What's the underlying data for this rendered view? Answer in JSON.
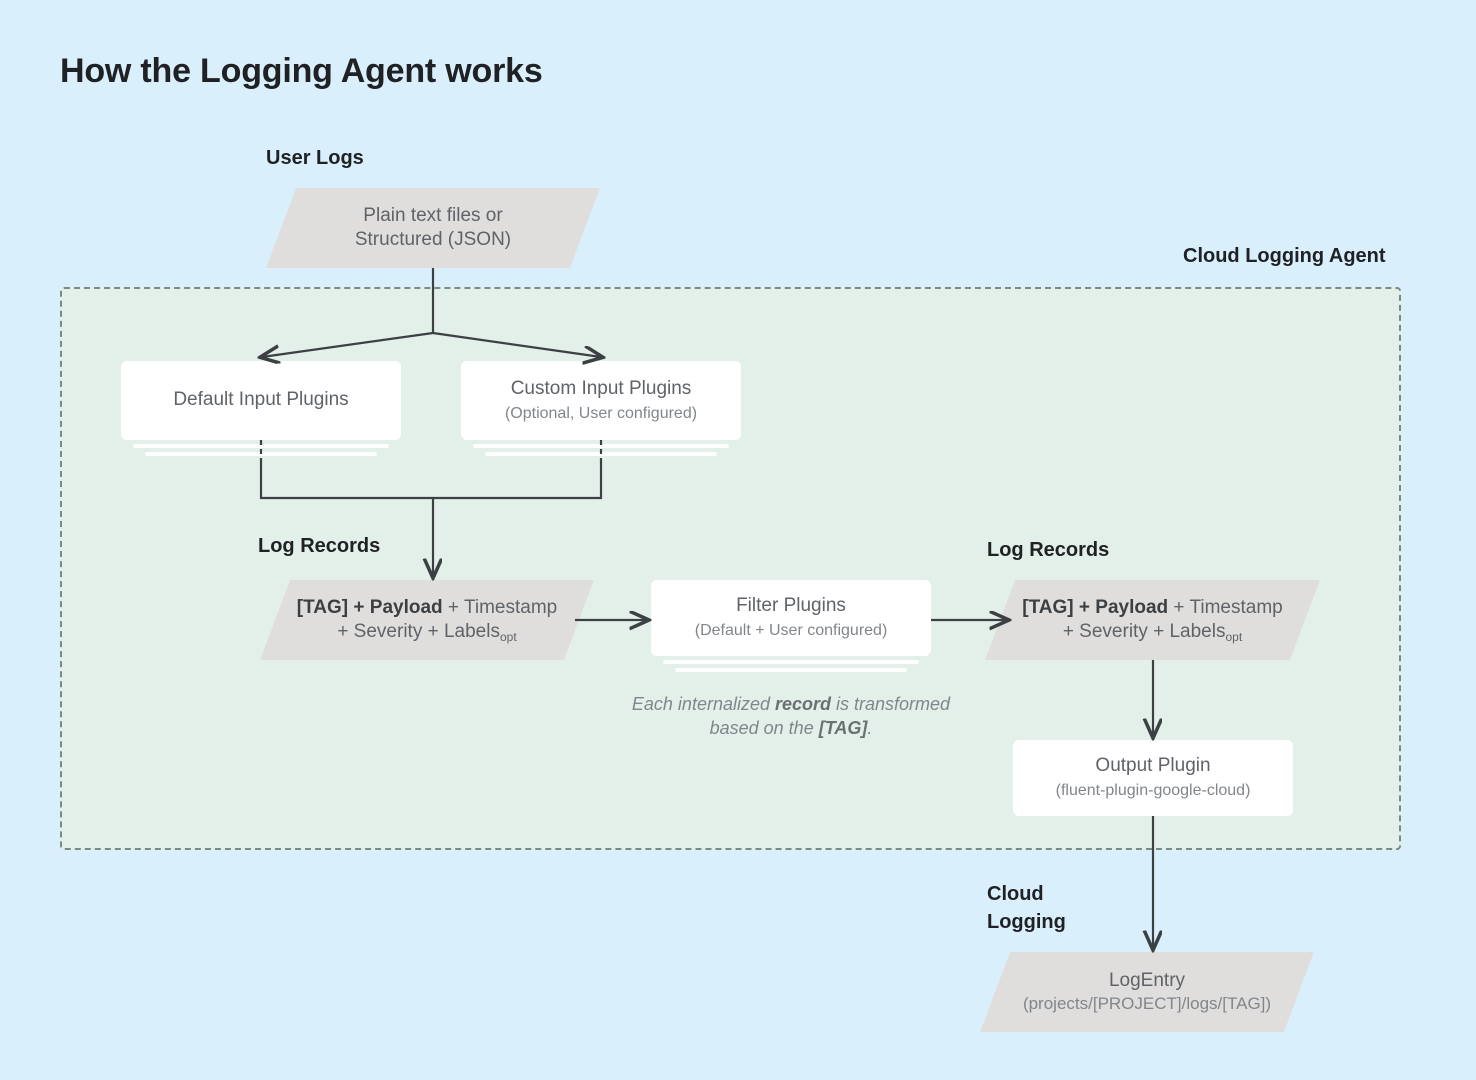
{
  "title": "How the Logging Agent works",
  "colors": {
    "page_background": "#d9f0fc",
    "agent_container_background": "#e3f0ea",
    "agent_container_border": "#7a8b83",
    "parallelogram_fill": "#e0dedd",
    "box_fill": "#ffffff",
    "primary_text": "#202124",
    "secondary_text": "#5f6368",
    "muted_text": "#80868b",
    "connector_line": "#3c4043"
  },
  "labels": {
    "user_logs": "User Logs",
    "cloud_logging_agent": "Cloud Logging Agent",
    "log_records_left": "Log Records",
    "log_records_right": "Log Records",
    "cloud_logging": "Cloud\nLogging"
  },
  "nodes": {
    "user_logs_source": {
      "shape": "parallelogram",
      "line1": "Plain text files or",
      "line2": "Structured (JSON)"
    },
    "default_input_plugins": {
      "shape": "stacked-box",
      "title": "Default Input Plugins",
      "subtitle": ""
    },
    "custom_input_plugins": {
      "shape": "stacked-box",
      "title": "Custom Input Plugins",
      "subtitle": "(Optional, User configured)"
    },
    "log_record_left": {
      "shape": "parallelogram",
      "line1_bold": "[TAG] + Payload",
      "line1_rest": " + Timestamp",
      "line2": "+ Severity + Labels",
      "line2_subscript": "opt"
    },
    "filter_plugins": {
      "shape": "stacked-box",
      "title": "Filter Plugins",
      "subtitle": "(Default + User configured)"
    },
    "log_record_right": {
      "shape": "parallelogram",
      "line1_bold": "[TAG] + Payload",
      "line1_rest": " + Timestamp",
      "line2": "+ Severity + Labels",
      "line2_subscript": "opt"
    },
    "output_plugin": {
      "shape": "box",
      "title": "Output Plugin",
      "subtitle": "(fluent-plugin-google-cloud)"
    },
    "log_entry": {
      "shape": "parallelogram",
      "title": "LogEntry",
      "subtitle": "(projects/[PROJECT]/logs/[TAG])"
    }
  },
  "notes": {
    "transform_note_part1": "Each internalized ",
    "transform_note_bold1": "record",
    "transform_note_part2": " is transformed based on the ",
    "transform_note_bold2": "[TAG]",
    "transform_note_part3": "."
  }
}
